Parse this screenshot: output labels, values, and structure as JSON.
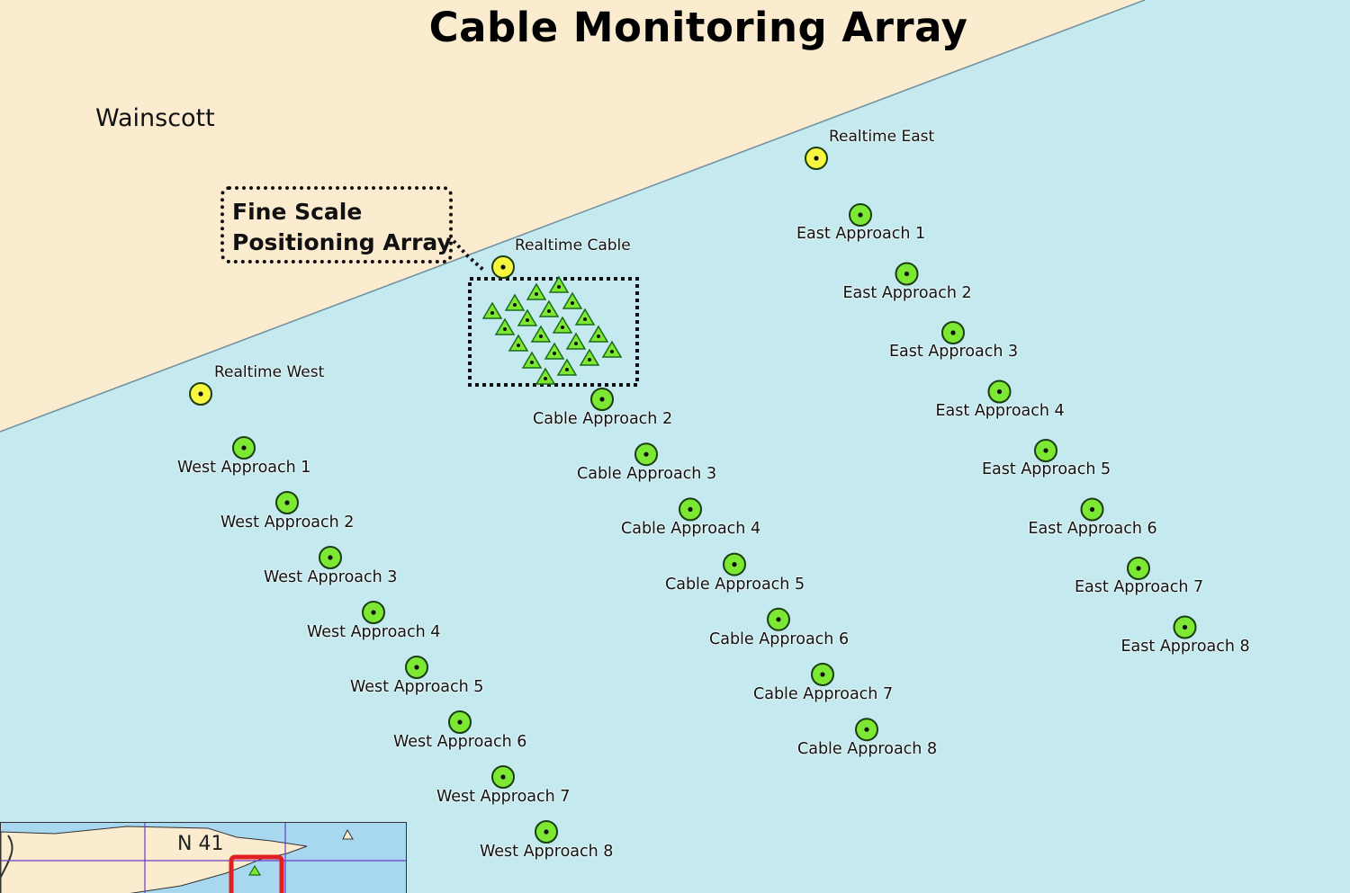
{
  "map": {
    "title": "Cable Monitoring Array",
    "place_label": "Wainscott",
    "callout": {
      "line1": "Fine Scale",
      "line2": "Positioning Array"
    },
    "inset_label": "N 41",
    "colors": {
      "water": "#c4e9ee",
      "land": "#fbecd0",
      "station_green": "#7de833",
      "station_yellow": "#f7f740",
      "inset_highlight": "#e02020"
    },
    "realtime_stations": [
      {
        "name": "Realtime East",
        "icon": "yellow-target-icon"
      },
      {
        "name": "Realtime Cable",
        "icon": "yellow-target-icon"
      },
      {
        "name": "Realtime West",
        "icon": "yellow-target-icon"
      }
    ],
    "lines": {
      "east": [
        "East Approach 1",
        "East Approach 2",
        "East Approach 3",
        "East Approach 4",
        "East Approach 5",
        "East Approach 6",
        "East Approach 7",
        "East Approach 8"
      ],
      "cable": [
        "Cable Approach 2",
        "Cable Approach 3",
        "Cable Approach 4",
        "Cable Approach 5",
        "Cable Approach 6",
        "Cable Approach 7",
        "Cable Approach 8"
      ],
      "west": [
        "West Approach 1",
        "West Approach 2",
        "West Approach 3",
        "West Approach 4",
        "West Approach 5",
        "West Approach 6",
        "West Approach 7",
        "West Approach 8"
      ]
    },
    "station_icon": "green-target-icon",
    "fine_array_icon": "green-triangle-icon"
  }
}
